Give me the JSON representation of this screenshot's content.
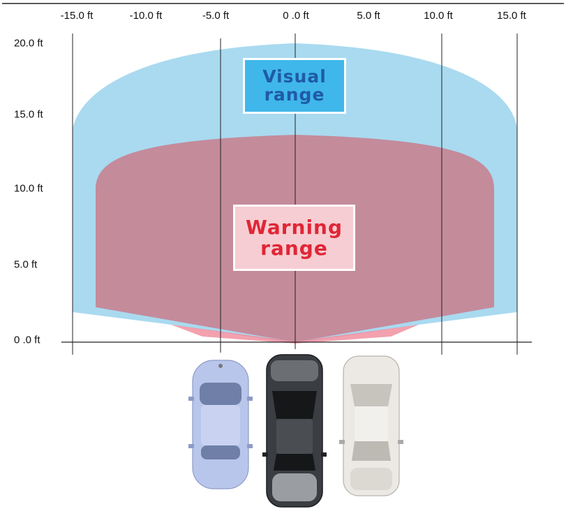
{
  "diagram": {
    "x_axis_ticks": [
      "-15.0 ft",
      "-10.0 ft",
      "-5.0 ft",
      "0 .0 ft",
      "5.0 ft",
      "10.0 ft",
      "15.0 ft"
    ],
    "y_axis_ticks": [
      "20.0 ft",
      "15.0 ft",
      "10.0 ft",
      "5.0 ft",
      "0 .0 ft"
    ],
    "zones": {
      "visual": {
        "line1": "Visual",
        "line2": "range",
        "color": "#a9daf0",
        "text_color": "#1f5aa8"
      },
      "warning": {
        "line1": "Warning",
        "line2": "range",
        "color": "#c48b9b",
        "text_color": "#e02636"
      }
    },
    "cars": [
      {
        "name": "left-car",
        "color": "#b9c6ec"
      },
      {
        "name": "center-car",
        "color": "#3a3d42"
      },
      {
        "name": "right-car",
        "color": "#ece9e4"
      }
    ]
  }
}
